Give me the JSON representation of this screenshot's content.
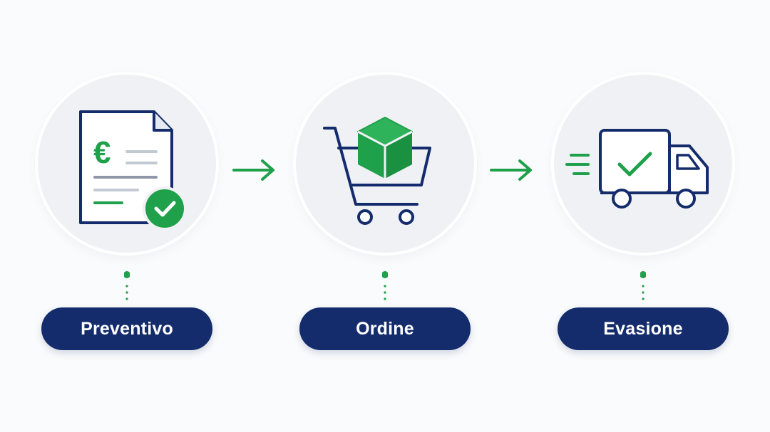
{
  "colors": {
    "navy": "#142c6c",
    "green": "#1fa04a",
    "circle_background": "#eff1f4",
    "line_gray": "#c3c9d3"
  },
  "steps": [
    {
      "label": "Preventivo",
      "icon": "quote-document-euro-check-icon"
    },
    {
      "label": "Ordine",
      "icon": "shopping-cart-box-icon"
    },
    {
      "label": "Evasione",
      "icon": "delivery-truck-check-icon"
    }
  ],
  "arrows": [
    "arrow-right-icon",
    "arrow-right-icon"
  ],
  "preventivo_icon": {
    "currency_symbol": "€"
  }
}
